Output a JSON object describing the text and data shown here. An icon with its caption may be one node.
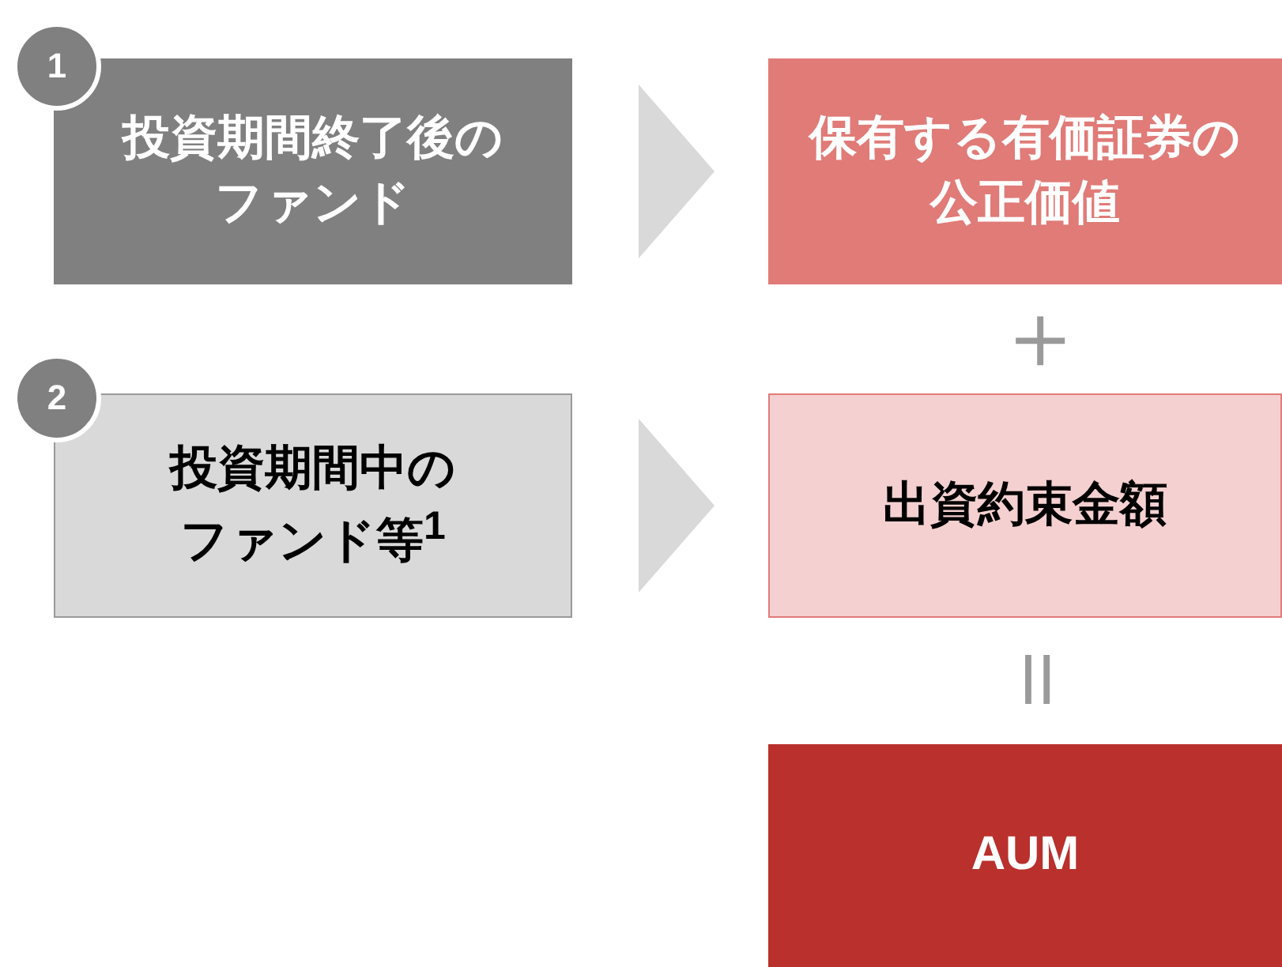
{
  "diagram": {
    "nodes": [
      {
        "text": [
          "1"
        ]
      },
      {
        "text": [
          "投資期間終了後のファンド"
        ]
      },
      {
        "text": [
          "保有する有価証券の公正価値"
        ]
      },
      {
        "text": [
          "2"
        ]
      },
      {
        "text": [
          "投資期間中のファンド等$^{1}$"
        ]
      },
      {
        "text": [
          "出資約束金額"
        ]
      },
      {
        "text": [
          "AUM"
        ]
      }
    ],
    "edges": [
      {
        "from": 1,
        "to": 2,
        "arrow": "to"
      },
      {
        "from": 4,
        "to": 5,
        "arrow": "to"
      }
    ],
    "labels": [
      "＋",
      "＝"
    ]
  }
}
